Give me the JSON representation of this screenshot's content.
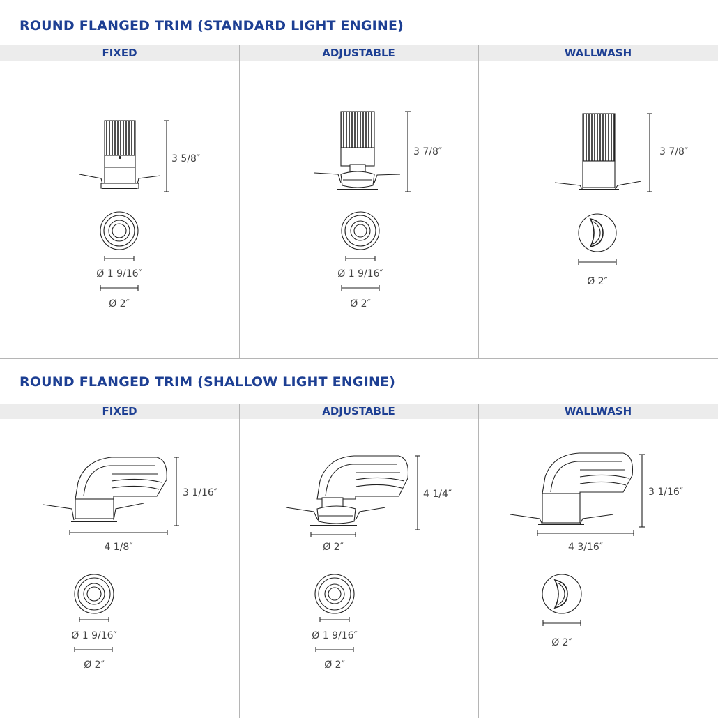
{
  "sections": [
    {
      "title": "ROUND FLANGED TRIM (STANDARD LIGHT ENGINE)",
      "columns": [
        {
          "label": "FIXED",
          "height": "3 5/8″",
          "inner_dia": "Ø 1 9/16″",
          "outer_dia": "Ø 2″"
        },
        {
          "label": "ADJUSTABLE",
          "height": "3 7/8″",
          "inner_dia": "Ø 1 9/16″",
          "outer_dia": "Ø 2″"
        },
        {
          "label": "WALLWASH",
          "height": "3 7/8″",
          "outer_dia": "Ø 2″"
        }
      ]
    },
    {
      "title": "ROUND FLANGED TRIM (SHALLOW LIGHT ENGINE)",
      "columns": [
        {
          "label": "FIXED",
          "height": "3 1/16″",
          "width": "4 1/8″",
          "inner_dia": "Ø 1 9/16″",
          "outer_dia": "Ø 2″"
        },
        {
          "label": "ADJUSTABLE",
          "height": "4 1/4″",
          "width": "Ø 2″",
          "inner_dia": "Ø 1 9/16″",
          "outer_dia": "Ø 2″"
        },
        {
          "label": "WALLWASH",
          "height": "3 1/16″",
          "width": "4 3/16″",
          "outer_dia": "Ø 2″"
        }
      ]
    }
  ]
}
